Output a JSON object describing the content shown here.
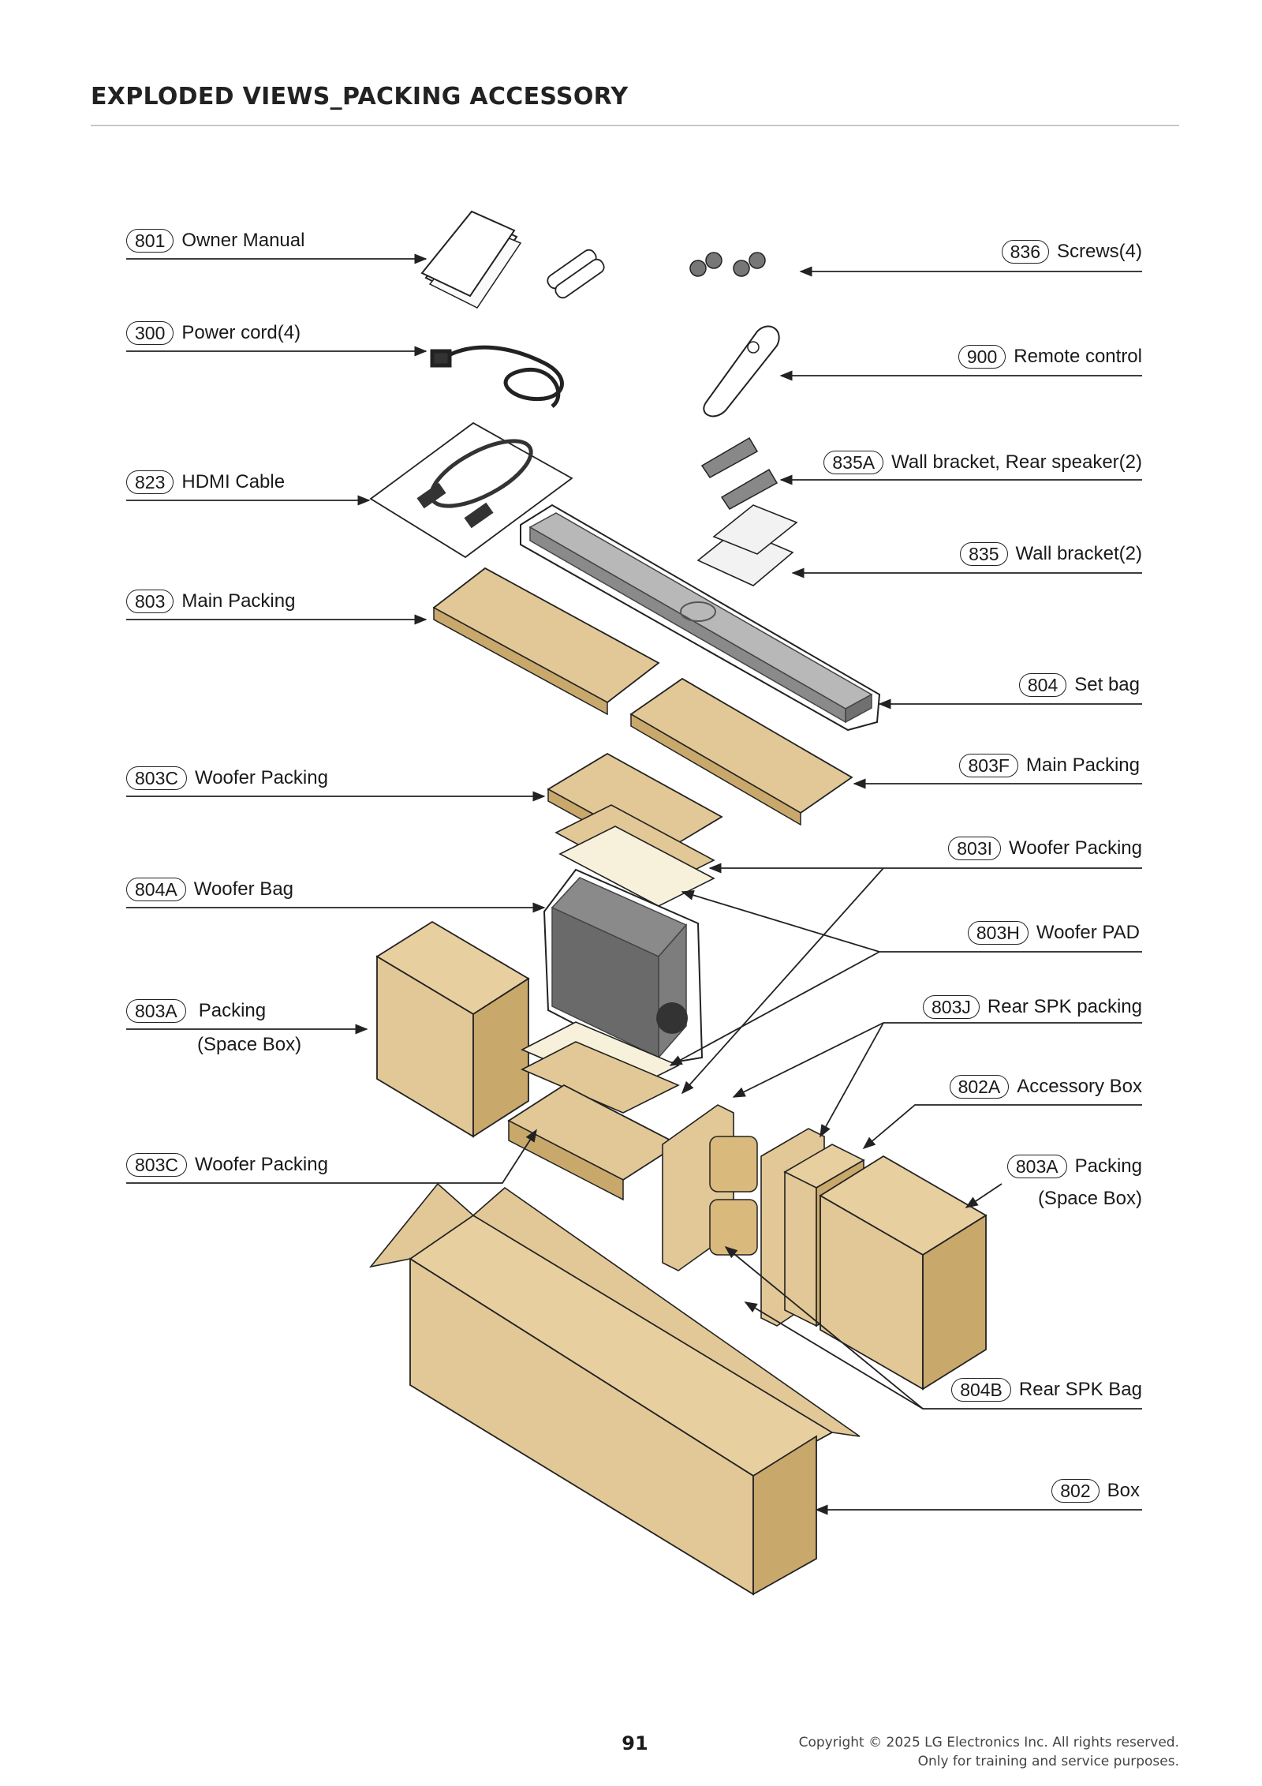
{
  "page": {
    "title": "EXPLODED VIEWS_PACKING ACCESSORY",
    "page_number": "91",
    "copyright_line1": "Copyright © 2025 LG Electronics Inc. All rights reserved.",
    "copyright_line2": "Only for training and service purposes."
  },
  "parts": {
    "p801": {
      "code": "801",
      "name": "Owner Manual"
    },
    "p300": {
      "code": "300",
      "name": "Power cord(4)"
    },
    "p823": {
      "code": "823",
      "name": "HDMI Cable"
    },
    "p803": {
      "code": "803",
      "name": "Main Packing"
    },
    "p803C_top": {
      "code": "803C",
      "name": "Woofer Packing"
    },
    "p804A": {
      "code": "804A",
      "name": "Woofer Bag"
    },
    "p803A_left": {
      "code": "803A",
      "name": "Packing",
      "sub": "(Space Box)"
    },
    "p803C_bottom": {
      "code": "803C",
      "name": "Woofer Packing"
    },
    "p836": {
      "code": "836",
      "name": "Screws(4)"
    },
    "p900": {
      "code": "900",
      "name": "Remote control"
    },
    "p835A": {
      "code": "835A",
      "name": "Wall bracket, Rear speaker(2)"
    },
    "p835": {
      "code": "835",
      "name": "Wall bracket(2)"
    },
    "p804": {
      "code": "804",
      "name": "Set bag"
    },
    "p803F": {
      "code": "803F",
      "name": "Main Packing"
    },
    "p803I": {
      "code": "803I",
      "name": "Woofer Packing"
    },
    "p803H": {
      "code": "803H",
      "name": "Woofer PAD"
    },
    "p803J": {
      "code": "803J",
      "name": "Rear SPK packing"
    },
    "p802A": {
      "code": "802A",
      "name": "Accessory Box"
    },
    "p803A_right": {
      "code": "803A",
      "name": "Packing",
      "sub": "(Space Box)"
    },
    "p804B": {
      "code": "804B",
      "name": "Rear SPK Bag"
    },
    "p802": {
      "code": "802",
      "name": "Box"
    }
  },
  "colors": {
    "cardboard": "#e2c896",
    "cardboard_dark": "#c9a86c",
    "bar_gray": "#9a9a9a",
    "woofer_gray": "#707070",
    "leader_line": "#222222"
  }
}
